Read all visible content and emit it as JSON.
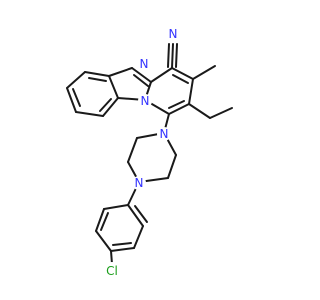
{
  "molecule": {
    "atoms": [
      {
        "id": "N_ring_a",
        "text": "N"
      },
      {
        "id": "N_ring_b",
        "text": "N"
      },
      {
        "id": "N_nitrile",
        "text": "N"
      },
      {
        "id": "N_pip_a",
        "text": "N"
      },
      {
        "id": "N_pip_b",
        "text": "N"
      },
      {
        "id": "Cl",
        "text": "Cl"
      }
    ],
    "colors": {
      "nitrogen": "#3333ff",
      "chlorine": "#1a9e1a",
      "carbon": "#1a1a1a"
    }
  }
}
